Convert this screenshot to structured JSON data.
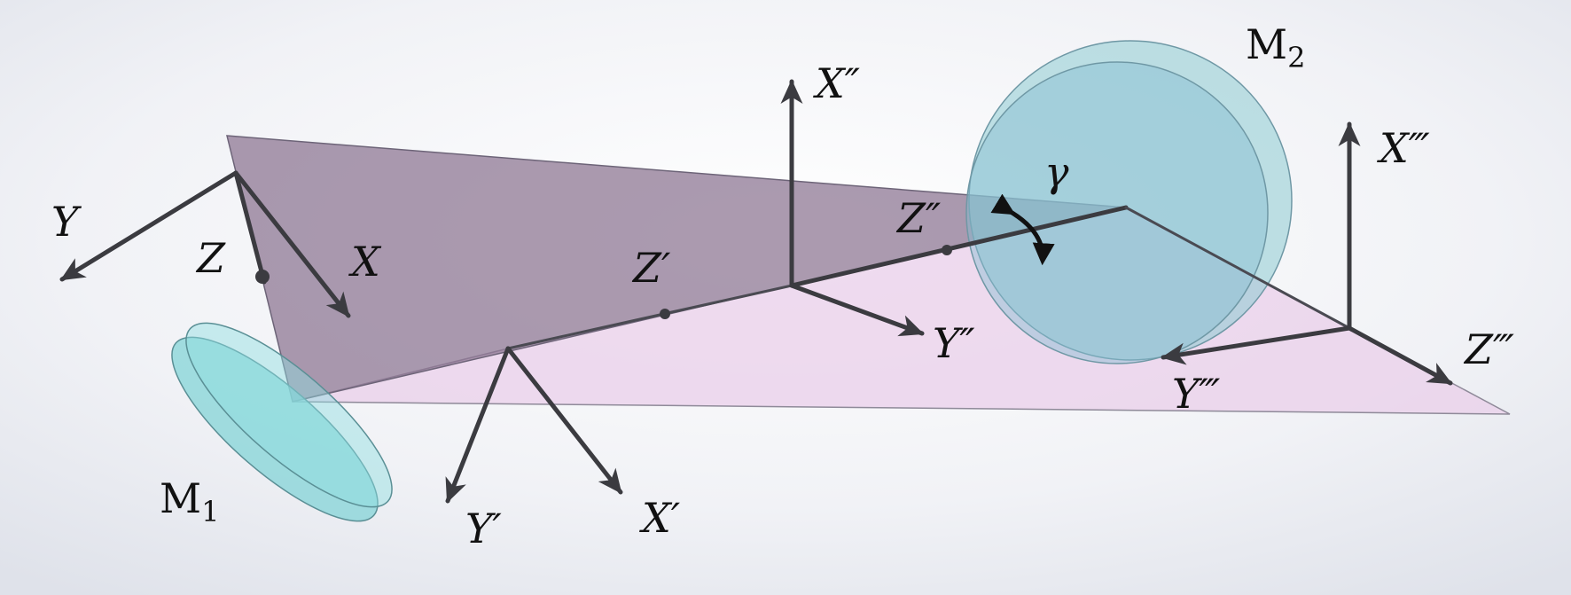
{
  "labels": {
    "m1": {
      "base": "M",
      "sub": "1"
    },
    "m2": {
      "base": "M",
      "sub": "2"
    },
    "gamma": "γ",
    "frame1": {
      "x": "X",
      "y": "Y",
      "z": "Z"
    },
    "frame2": {
      "x": "X′",
      "y": "Y′",
      "z": "Z′"
    },
    "frame3": {
      "x": "X″",
      "y": "Y″",
      "z": "Z″"
    },
    "frame4": {
      "x": "X‴",
      "y": "Y‴",
      "z": "Z‴"
    }
  },
  "colors": {
    "upper_plane": "#8a7390",
    "lower_plane": "#e9cfe9",
    "mirror": "#7fd3d6",
    "mirror_2": "#8cc2cf",
    "axis": "#3b3b40"
  }
}
